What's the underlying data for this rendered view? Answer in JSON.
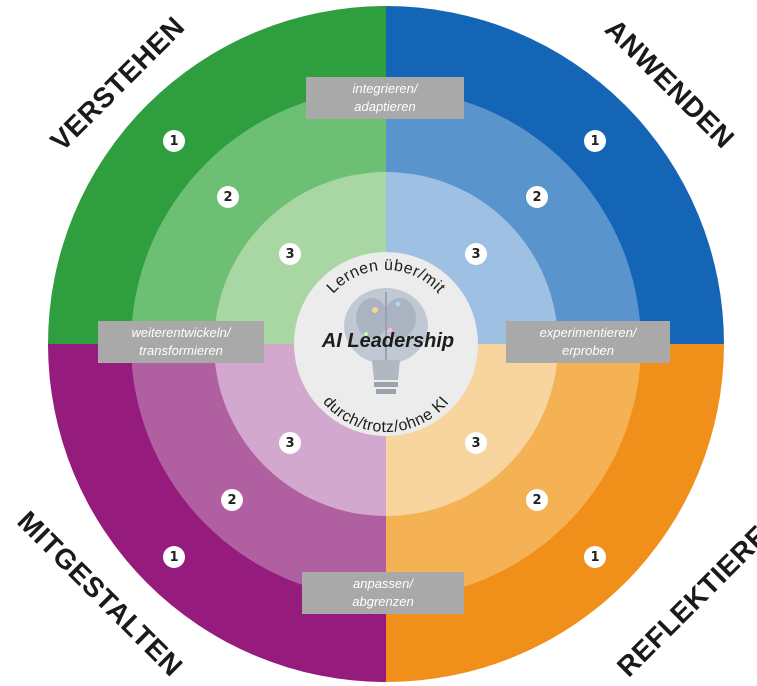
{
  "quadrants": {
    "top_left": {
      "label": "VERSTEHEN",
      "color_outer": "#2e9e3e",
      "color_mid": "#6cbf73",
      "color_inner": "#a9d7a4"
    },
    "top_right": {
      "label": "ANWENDEN",
      "color_outer": "#1565b6",
      "color_mid": "#5a94cc",
      "color_inner": "#9dc0e3"
    },
    "bottom_left": {
      "label": "MITGESTALTEN",
      "color_outer": "#951b7d",
      "color_mid": "#b060a0",
      "color_inner": "#d3a8cf"
    },
    "bottom_right": {
      "label": "REFLEKTIEREN",
      "color_outer": "#f0901a",
      "color_mid": "#f4b255",
      "color_inner": "#f8d59f"
    }
  },
  "ring_numbers": [
    "1",
    "2",
    "3"
  ],
  "transitions": {
    "top": {
      "line1": "integrieren/",
      "line2": "adaptieren"
    },
    "right": {
      "line1": "experimentieren/",
      "line2": "erproben"
    },
    "bottom": {
      "line1": "anpassen/",
      "line2": "abgrenzen"
    },
    "left": {
      "line1": "weiterentwickeln/",
      "line2": "transformieren"
    }
  },
  "center": {
    "arc_top": "Lernen über/mit",
    "title": "AI Leadership",
    "arc_bottom": "durch/trotz/ohne KI",
    "background": "#ececec"
  }
}
